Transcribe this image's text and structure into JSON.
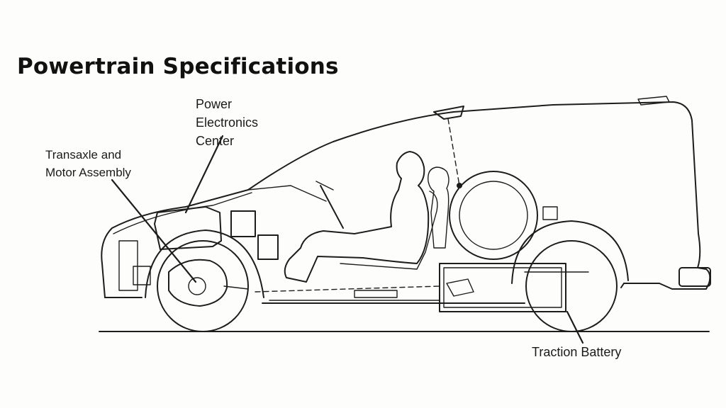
{
  "title": "Powertrain Specifications",
  "callouts": {
    "power_electronics_center": [
      "Power",
      "Electronics",
      "Center"
    ],
    "transaxle_motor_assembly": [
      "Transaxle and",
      "Motor Assembly"
    ],
    "traction_battery": "Traction Battery"
  },
  "line_color": "#1d1d1d",
  "background_color": "#fdfdfb"
}
